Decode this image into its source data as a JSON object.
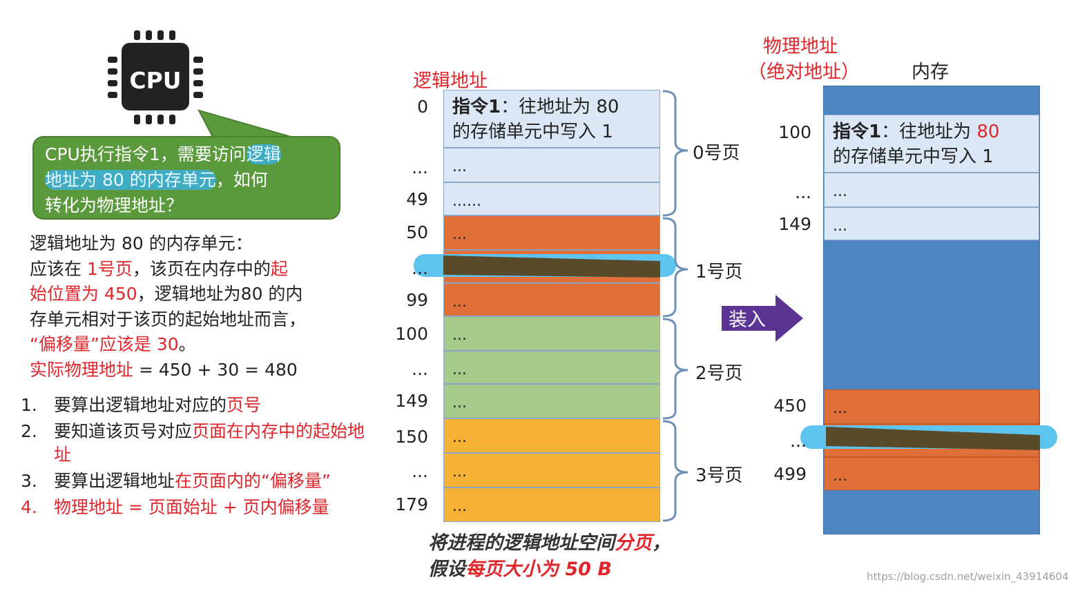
{
  "cpu": {
    "label": "CPU"
  },
  "bubble": {
    "line1_a": "CPU执行指令1，需要访问",
    "line1_b": "逻辑",
    "line2_a": "地址为 80 的内存单元",
    "line2_b": "，如何",
    "line3": "转化为物理地址？"
  },
  "explain": {
    "l1": "逻辑地址为 80 的内存单元：",
    "l2_a": "应该在 ",
    "l2_b": "1号页",
    "l2_c": "，该页在内存中的",
    "l2_d": "起",
    "l3_a": "始位置为 450",
    "l3_b": "，逻辑地址为80 的内",
    "l4": "存单元相对于该页的起始地址而言，",
    "l5_a": "“偏移量”应该是 30",
    "l5_b": "。",
    "l6_a": "实际物理地址",
    "l6_b": " = 450 + 30 = 480"
  },
  "steps": [
    {
      "num": "1.",
      "a": "要算出逻辑地址对应的",
      "b": "页号",
      "c": ""
    },
    {
      "num": "2.",
      "a": "要知道该页号对应",
      "b": "页面在内存中的起始地址",
      "c": ""
    },
    {
      "num": "3.",
      "a": "要算出逻辑地址",
      "b": "在页面内的“偏移量”",
      "c": ""
    },
    {
      "num": "4.",
      "a": "",
      "b": "物理地址 = 页面始址 + 页内偏移量",
      "c": ""
    }
  ],
  "logical": {
    "title": "逻辑地址",
    "row0_bold": "指令1",
    "row0_rest1": "：往地址为 80",
    "row0_line2": "的存储单元中写入 1",
    "cells": [
      "...",
      "......",
      "...",
      "...",
      "...",
      "...",
      "...",
      "...",
      "...",
      "...",
      "..."
    ],
    "addrs": [
      "0",
      "...",
      "49",
      "50",
      "...",
      "99",
      "100",
      "...",
      "149",
      "150",
      "...",
      "179"
    ],
    "pages": [
      "0号页",
      "1号页",
      "2号页",
      "3号页"
    ]
  },
  "memory": {
    "title_l1": "物理地址",
    "title_l2": "（绝对地址）",
    "mem_label": "内存",
    "row0_bold": "指令1",
    "row0_rest1a": "：往地址为 ",
    "row0_rest1b": "80",
    "row0_line2": "的存储单元中写入 1",
    "cells": [
      "...",
      "...",
      "...",
      "...",
      "..."
    ],
    "addrs": [
      "100",
      "...",
      "149",
      "450",
      "...",
      "499"
    ]
  },
  "arrow": {
    "label": "装入"
  },
  "caption": {
    "a": "将进程的逻辑地址空间",
    "b": "分页",
    "c": "，假设",
    "d": "每页大小为 50 B"
  },
  "watermark": "https://blog.csdn.net/weixin_43914604",
  "colors": {
    "light_blue": "#dce7f5",
    "orange": "#e07038",
    "green": "#a7c98a",
    "yellow": "#f5b236",
    "memory_blue": "#4f85c2",
    "accent_red": "#e0262b",
    "arrow_purple": "#5b3593",
    "bubble_green": "#5a9a3c",
    "highlight_cyan": "#5cc4ee"
  }
}
